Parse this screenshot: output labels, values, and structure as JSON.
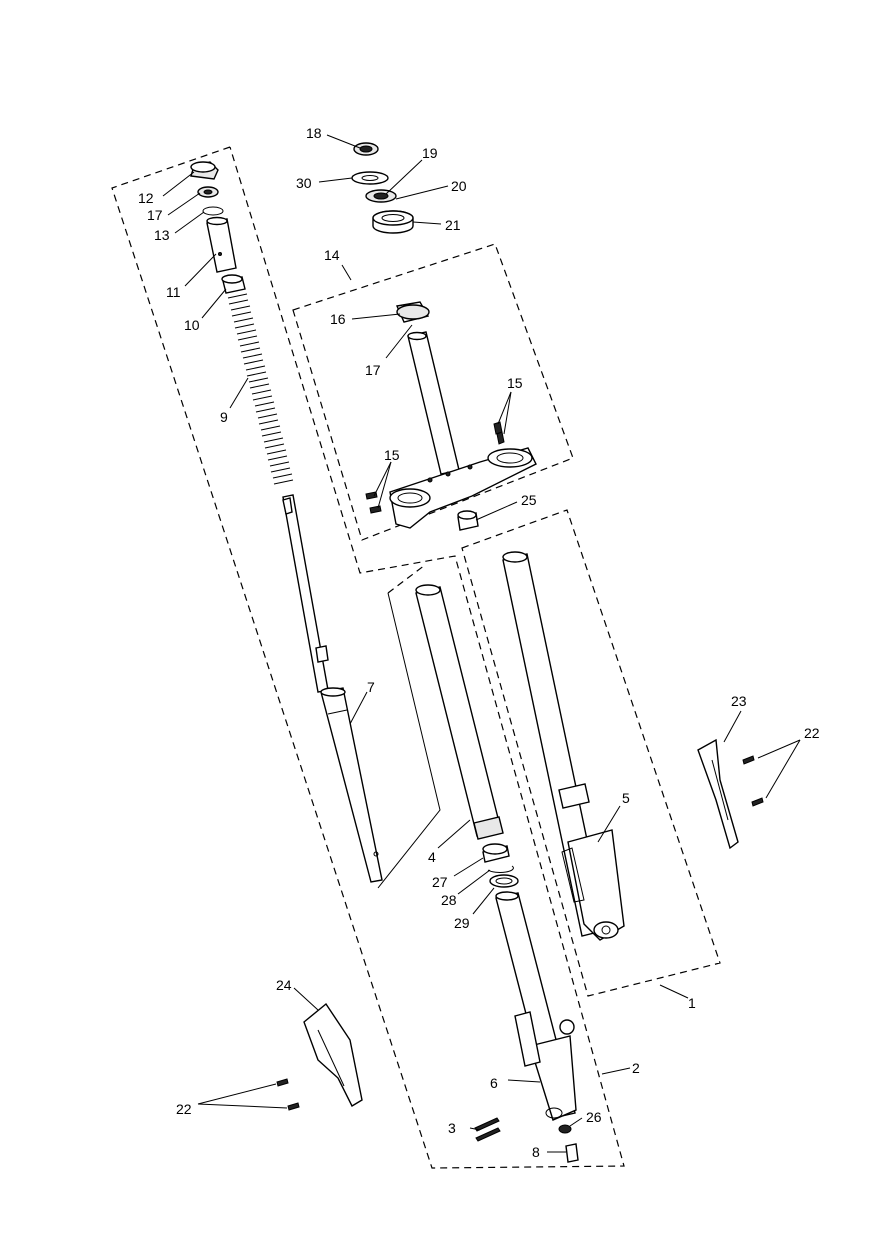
{
  "labels": {
    "l1": "1",
    "l2": "2",
    "l3": "3",
    "l4": "4",
    "l5": "5",
    "l6": "6",
    "l7": "7",
    "l8": "8",
    "l9": "9",
    "l10": "10",
    "l11": "11",
    "l12": "12",
    "l13": "13",
    "l14": "14",
    "l15a": "15",
    "l15b": "15",
    "l16": "16",
    "l17a": "17",
    "l17b": "17",
    "l18": "18",
    "l19": "19",
    "l20": "20",
    "l21": "21",
    "l22a": "22",
    "l22b": "22",
    "l23": "23",
    "l24": "24",
    "l25": "25",
    "l26": "26",
    "l27": "27",
    "l28": "28",
    "l29": "29",
    "l30": "30"
  }
}
